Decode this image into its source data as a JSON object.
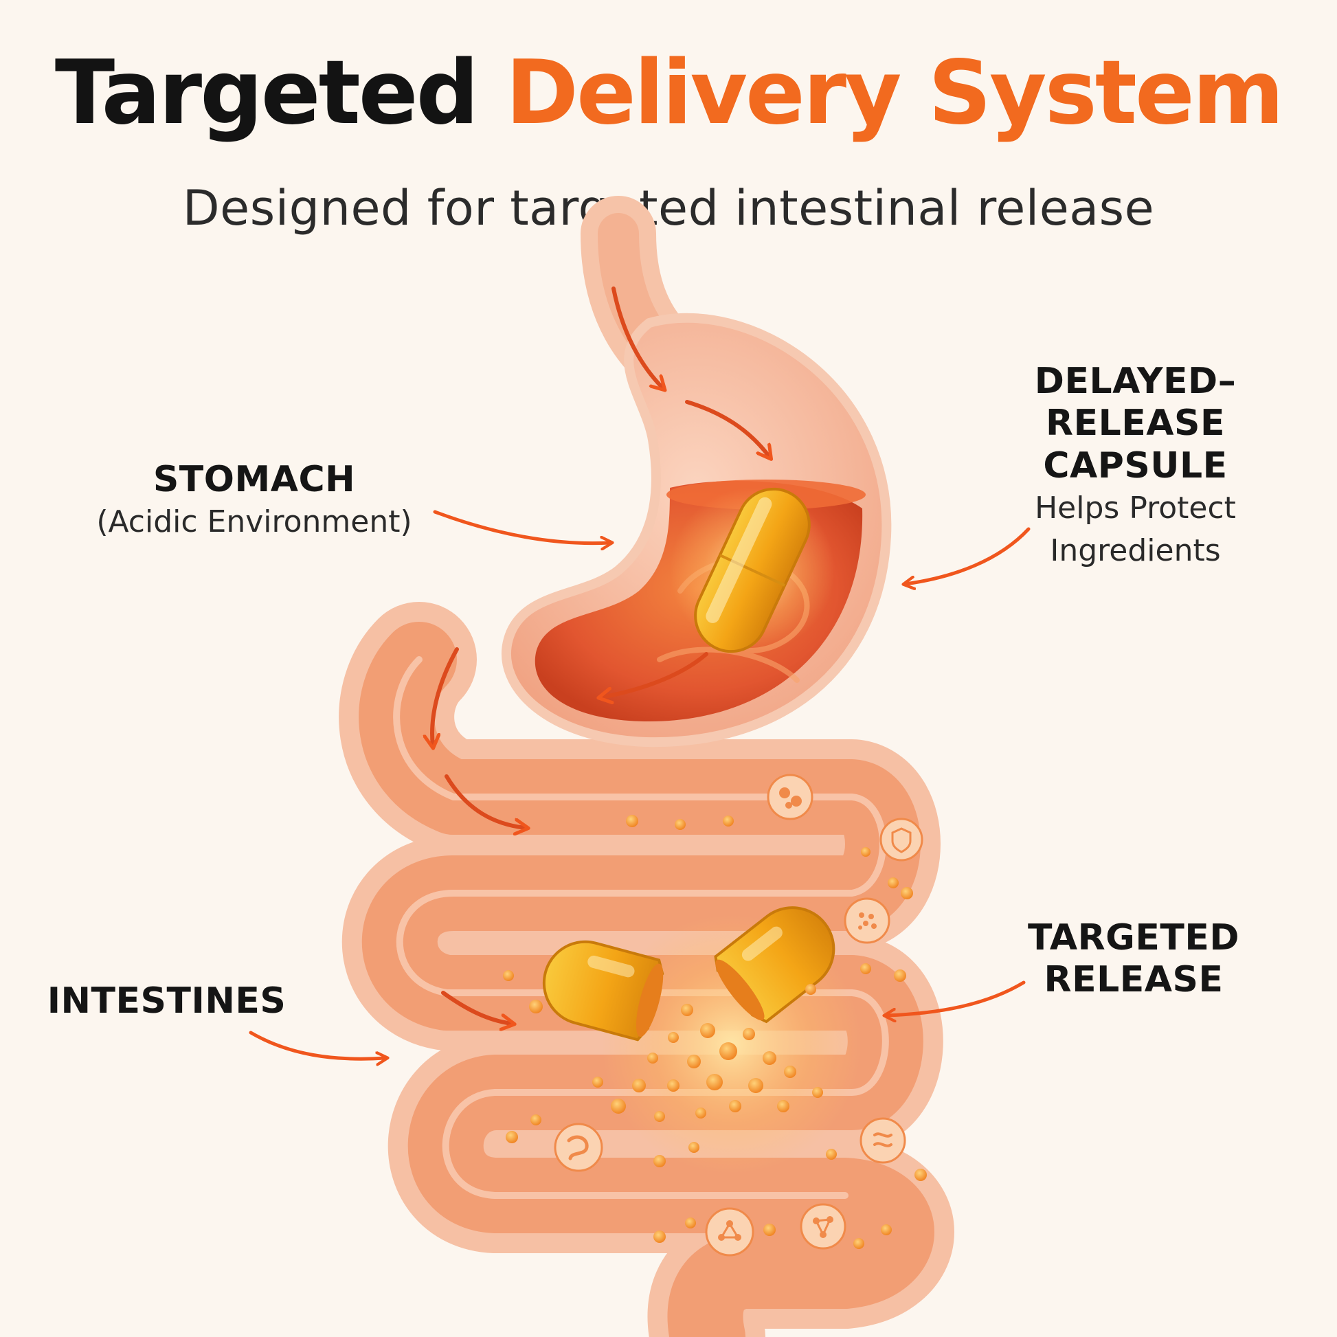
{
  "header": {
    "title_part1": "Targeted",
    "title_part2": "Delivery System",
    "subtitle": "Designed for targeted intestinal release"
  },
  "labels": {
    "stomach": {
      "title": "STOMACH",
      "subtitle": "(Acidic Environment)"
    },
    "capsule": {
      "title_line1": "DELAYED–RELEASE",
      "title_line2": "CAPSULE",
      "subtitle_line1": "Helps Protect",
      "subtitle_line2": "Ingredients"
    },
    "intestines": {
      "title": "INTESTINES"
    },
    "release": {
      "title_line1": "TARGETED",
      "title_line2": "RELEASE"
    }
  },
  "colors": {
    "accent": "#f26a1f",
    "title_dark": "#131313",
    "background": "#fcf6ef",
    "tissue": "#f6b596",
    "acid": "#e2502a",
    "capsule": "#f5b01c"
  },
  "icons": [
    "shield-icon",
    "molecule-icon",
    "bacteria-icon",
    "gut-icon",
    "network-icon"
  ]
}
